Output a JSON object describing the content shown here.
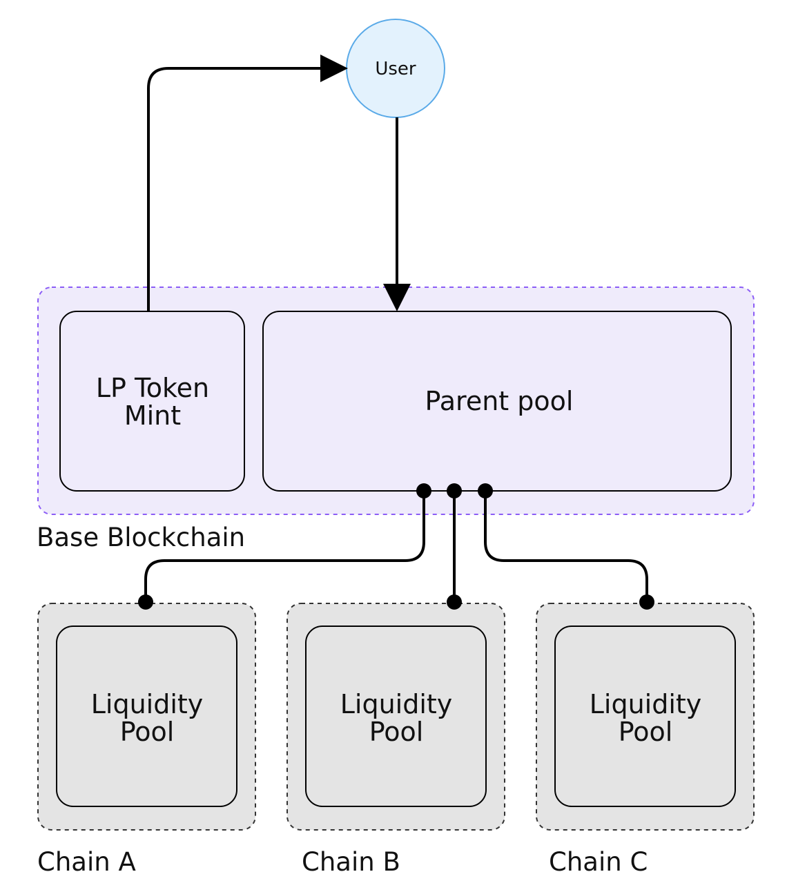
{
  "nodes": {
    "user": "User",
    "lp_token_mint": [
      "LP Token",
      "Mint"
    ],
    "parent_pool": "Parent pool",
    "chains": [
      {
        "pool_label": [
          "Liquidity",
          "Pool"
        ],
        "chain_label": "Chain A"
      },
      {
        "pool_label": [
          "Liquidity",
          "Pool"
        ],
        "chain_label": "Chain B"
      },
      {
        "pool_label": [
          "Liquidity",
          "Pool"
        ],
        "chain_label": "Chain C"
      }
    ]
  },
  "groups": {
    "base": "Base Blockchain"
  },
  "colors": {
    "user_fill": "#e3f2fd",
    "user_stroke": "#5aaae8",
    "base_fill": "#efebfb",
    "base_border": "#8b5cf6",
    "chain_fill": "#e4e4e4",
    "chain_border": "#333333",
    "line": "#000000"
  }
}
